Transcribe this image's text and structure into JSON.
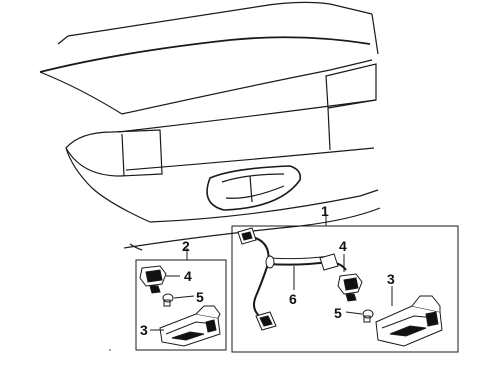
{
  "callouts": {
    "c1": "1",
    "c2": "2",
    "c3_left": "3",
    "c4_left": "4",
    "c5_left": "5",
    "c3_right": "3",
    "c4_right": "4",
    "c5_right": "5",
    "c6": "6"
  },
  "colors": {
    "line": "#1a1a1a",
    "fill_dark": "#111111",
    "background": "#ffffff"
  }
}
